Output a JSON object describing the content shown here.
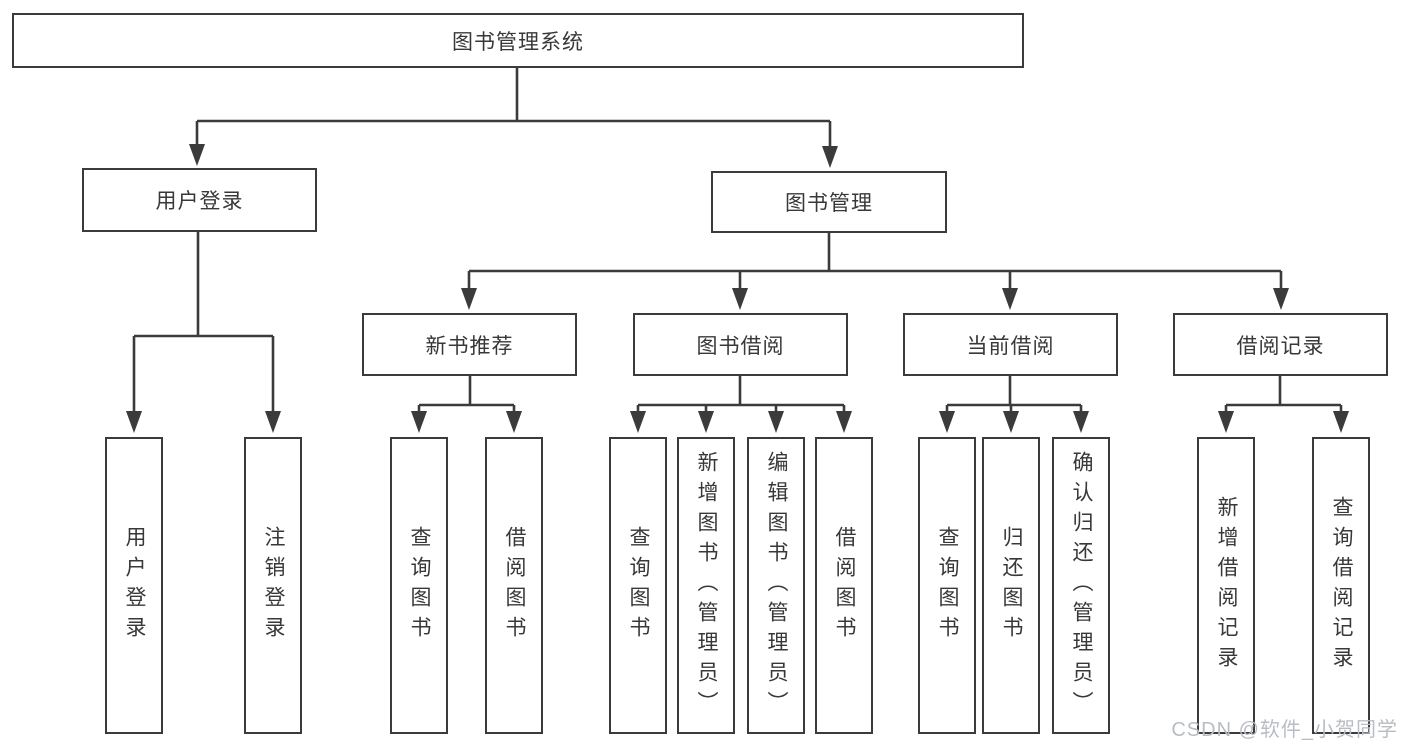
{
  "palette": {
    "line": "#3b3b3b",
    "box_border": "#3b3b3b",
    "text": "#383838",
    "background": "#ffffff",
    "watermark": "#b9bdc3"
  },
  "diagram": {
    "root": {
      "label": "图书管理系统"
    },
    "branches": [
      {
        "label": "用户登录",
        "children": [
          {
            "label": "用户登录"
          },
          {
            "label": "注销登录"
          }
        ]
      },
      {
        "label": "图书管理",
        "children": [
          {
            "label": "新书推荐",
            "children": [
              {
                "label": "查询图书"
              },
              {
                "label": "借阅图书"
              }
            ]
          },
          {
            "label": "图书借阅",
            "children": [
              {
                "label": "查询图书"
              },
              {
                "label": "新增图书（管理员）"
              },
              {
                "label": "编辑图书（管理员）"
              },
              {
                "label": "借阅图书"
              }
            ]
          },
          {
            "label": "当前借阅",
            "children": [
              {
                "label": "查询图书"
              },
              {
                "label": "归还图书"
              },
              {
                "label": "确认归还（管理员）"
              }
            ]
          },
          {
            "label": "借阅记录",
            "children": [
              {
                "label": "新增借阅记录"
              },
              {
                "label": "查询借阅记录"
              }
            ]
          }
        ]
      }
    ]
  },
  "watermark": {
    "text": "CSDN @软件_小贺同学"
  }
}
